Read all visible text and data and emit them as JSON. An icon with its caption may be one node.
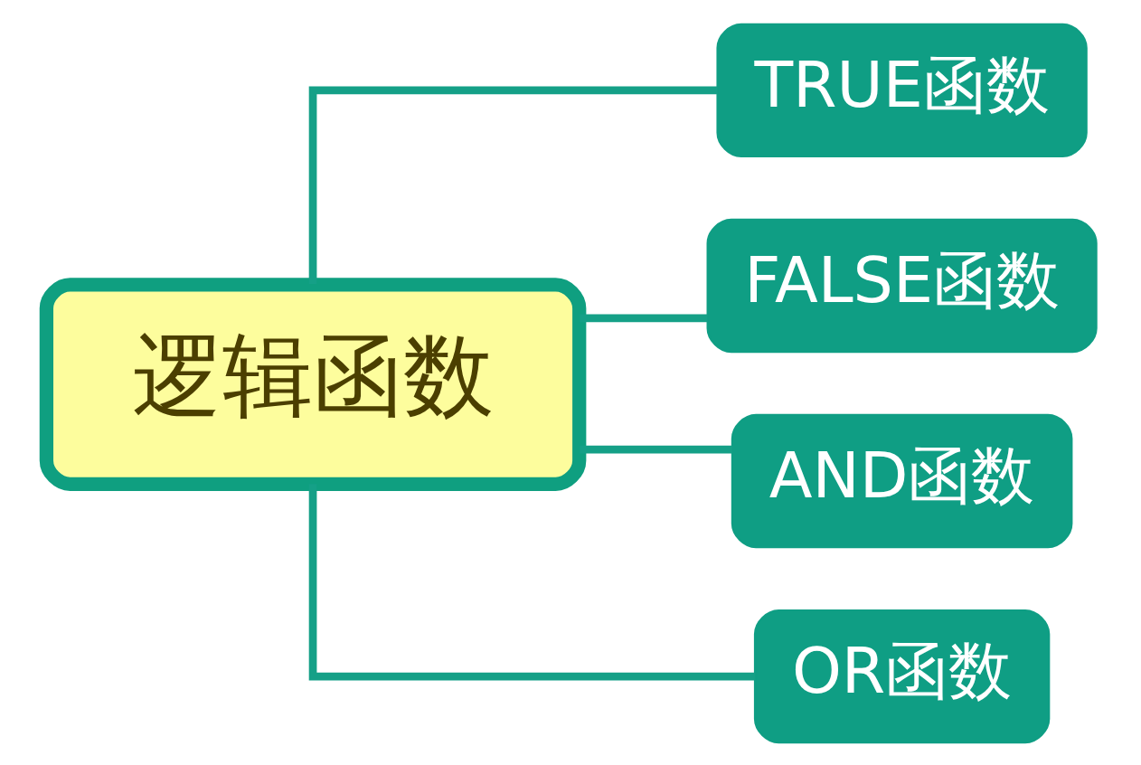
{
  "diagram": {
    "nodes": [
      {
        "text": [
          "逻辑函数"
        ]
      },
      {
        "text": [
          "TRUE函数"
        ]
      },
      {
        "text": [
          "FALSE函数"
        ]
      },
      {
        "text": [
          "AND函数"
        ]
      },
      {
        "text": [
          "OR函数"
        ]
      }
    ],
    "edges": [
      {
        "from": 0,
        "to": 1,
        "arrow": "none"
      },
      {
        "from": 0,
        "to": 2,
        "arrow": "none"
      },
      {
        "from": 0,
        "to": 3,
        "arrow": "none"
      },
      {
        "from": 0,
        "to": 4,
        "arrow": "none"
      }
    ]
  }
}
